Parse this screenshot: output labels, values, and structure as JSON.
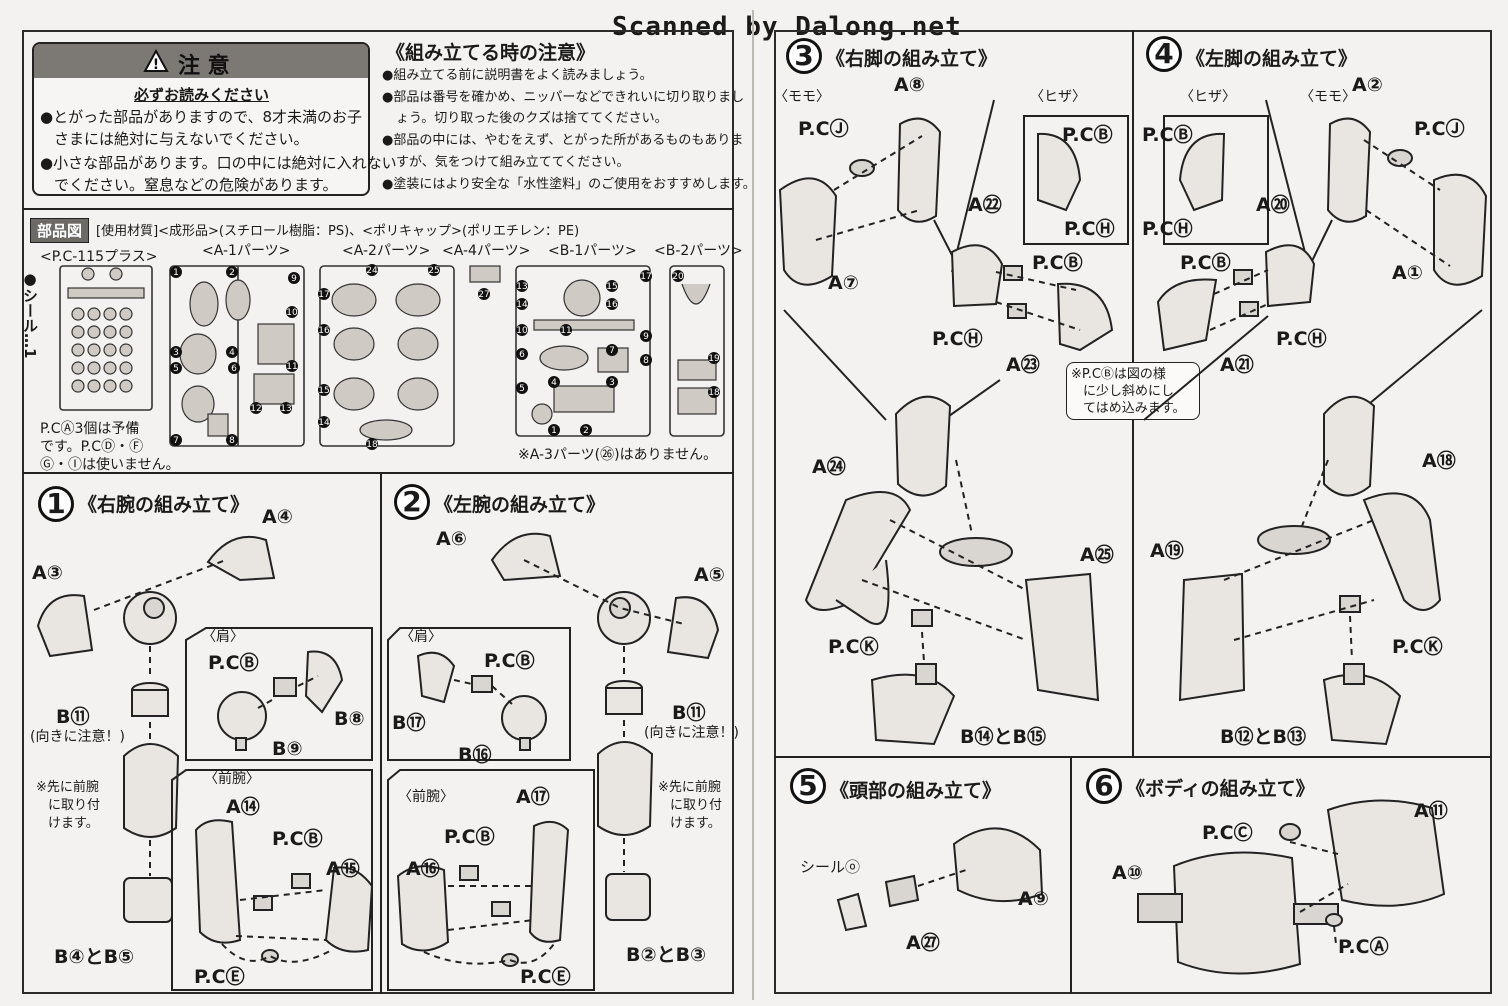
{
  "watermark": "Scanned by Dalong.net",
  "caution": {
    "title": "注 意",
    "must_read": "必ずお読みください",
    "items": [
      "●とがった部品がありますので、8才未満のお子",
      "さまには絶対に与えないでください。",
      "●小さな部品があります。口の中には絶対に入れない",
      "でください。窒息などの危険があります。"
    ]
  },
  "assembly_notes": {
    "title": "《組み立てる時の注意》",
    "lines": [
      "●組み立てる前に説明書をよく読みましょう。",
      "●部品は番号を確かめ、ニッパーなどできれいに切り取りまし",
      "ょう。切り取った後のクズは捨ててください。",
      "●部品の中には、やむをえず、とがった所があるものもありま",
      "すが、気をつけて組み立ててください。",
      "●塗装にはより安全な「水性塗料」のご使用をおすすめします。"
    ]
  },
  "parts": {
    "heading": "部品図",
    "materials": "[使用材質]<成形品>(スチロール樹脂：PS)、<ポリキャップ>(ポリエチレン：PE)",
    "pc_title": "<P.C-115プラス>",
    "seal_label": "●シール…1",
    "frame_labels": [
      "<A-1パーツ>",
      "<A-2パーツ>",
      "<A-4パーツ>",
      "<B-1パーツ>",
      "<B-2パーツ>"
    ],
    "pc_note_1": "P.CⒶ3個は予備",
    "pc_note_2": "です。P.CⒹ・Ⓕ",
    "pc_note_3": "Ⓖ・Ⓘは使いません。",
    "a3_note": "※A-3パーツ(㉖)はありません。",
    "a1_numbers": [
      "1",
      "2",
      "9",
      "10",
      "3",
      "4",
      "11",
      "5",
      "6",
      "12",
      "13",
      "7",
      "8"
    ],
    "a2_numbers": [
      "24",
      "25",
      "17",
      "16",
      "15",
      "14",
      "18"
    ],
    "a4_numbers": [
      "27"
    ],
    "b1_numbers": [
      "17",
      "13",
      "15",
      "14",
      "16",
      "10",
      "11",
      "6",
      "9",
      "7",
      "5",
      "8",
      "4",
      "3",
      "1",
      "2"
    ],
    "b2_numbers": [
      "20",
      "19",
      "18"
    ]
  },
  "step1": {
    "num": "1",
    "title": "《右腕の組み立て》",
    "labels": {
      "a4": "A④",
      "a3": "A③",
      "b11": "B⑪",
      "orient": "(向きに注意！)",
      "shoulder": "〈肩〉",
      "pcb1": "P.CⒷ",
      "b8": "B⑧",
      "b9": "B⑨",
      "forearm": "〈前腕〉",
      "a14": "A⑭",
      "pcb2": "P.CⒷ",
      "a15": "A⑮",
      "b4b5": "B④とB⑤",
      "pce": "P.CⒺ"
    },
    "note": [
      "※先に前腕",
      "に取り付",
      "けます。"
    ]
  },
  "step2": {
    "num": "2",
    "title": "《左腕の組み立て》",
    "labels": {
      "a6": "A⑥",
      "a5": "A⑤",
      "shoulder": "〈肩〉",
      "pcb1": "P.CⒷ",
      "b17": "B⑰",
      "b16": "B⑯",
      "b11": "B⑪",
      "orient": "(向きに注意！)",
      "forearm": "〈前腕〉",
      "a17": "A⑰",
      "pcb2": "P.CⒷ",
      "a16": "A⑯",
      "b2b3": "B②とB③",
      "pce": "P.CⒺ"
    },
    "note": [
      "※先に前腕",
      "に取り付",
      "けます。"
    ]
  },
  "step3": {
    "num": "3",
    "title": "《右脚の組み立て》",
    "labels": {
      "thigh": "〈モモ〉",
      "a8": "A⑧",
      "pcj": "P.CⒿ",
      "a7": "A⑦",
      "knee": "〈ヒザ〉",
      "pcb1": "P.CⒷ",
      "pch1": "P.CⒽ",
      "a22": "A㉒",
      "pcb2": "P.CⒷ",
      "pch2": "P.CⒽ",
      "a23": "A㉓",
      "a24": "A㉔",
      "a25": "A㉕",
      "pck": "P.CⓀ",
      "b14b15": "B⑭とB⑮"
    },
    "note": [
      "※P.CⒷは図の様",
      "に少し斜めにし",
      "てはめ込みます。"
    ]
  },
  "step4": {
    "num": "4",
    "title": "《左脚の組み立て》",
    "labels": {
      "knee": "〈ヒザ〉",
      "thigh": "〈モモ〉",
      "a2": "A②",
      "pcb1": "P.CⒷ",
      "pcj": "P.CⒿ",
      "pch1": "P.CⒽ",
      "a20": "A⑳",
      "pcb2": "P.CⒷ",
      "a1": "A①",
      "pch2": "P.CⒽ",
      "a21": "A㉑",
      "a18": "A⑱",
      "a19": "A⑲",
      "pck": "P.CⓀ",
      "b12b13": "B⑫とB⑬"
    }
  },
  "step5": {
    "num": "5",
    "title": "《頭部の組み立て》",
    "labels": {
      "seal": "シールⓞ",
      "a9": "A⑨",
      "a27": "A㉗"
    }
  },
  "step6": {
    "num": "6",
    "title": "《ボディの組み立て》",
    "labels": {
      "a11": "A⑪",
      "pcc": "P.CⒸ",
      "a10": "A⑩",
      "pca": "P.CⒶ"
    }
  }
}
